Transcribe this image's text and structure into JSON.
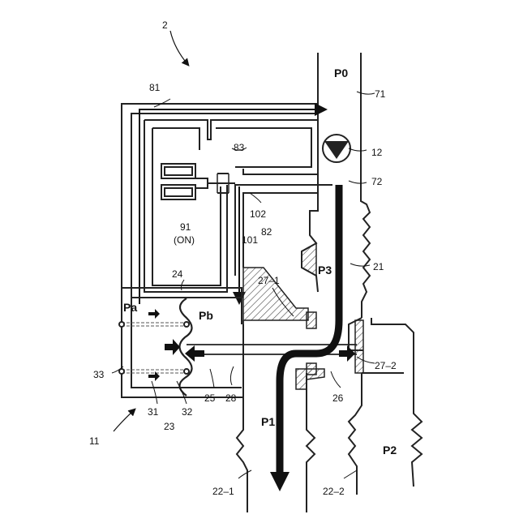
{
  "figure": {
    "device_number": "2",
    "labels": {
      "n11": "11",
      "n12": "12",
      "n21": "21",
      "n22_1": "22–1",
      "n22_2": "22–2",
      "n23": "23",
      "n24": "24",
      "n25": "25",
      "n26": "26",
      "n27_1": "27–1",
      "n27_2": "27–2",
      "n28": "28",
      "n31": "31",
      "n32": "32",
      "n33": "33",
      "n71": "71",
      "n72": "72",
      "n81": "81",
      "n82": "82",
      "n83": "83",
      "n91": "91",
      "n91_state": "(ON)",
      "n101": "101",
      "n102": "102"
    },
    "pressures": {
      "P0": "P0",
      "P1": "P1",
      "P2": "P2",
      "P3": "P3",
      "Pa": "Pa",
      "Pb": "Pb"
    }
  }
}
